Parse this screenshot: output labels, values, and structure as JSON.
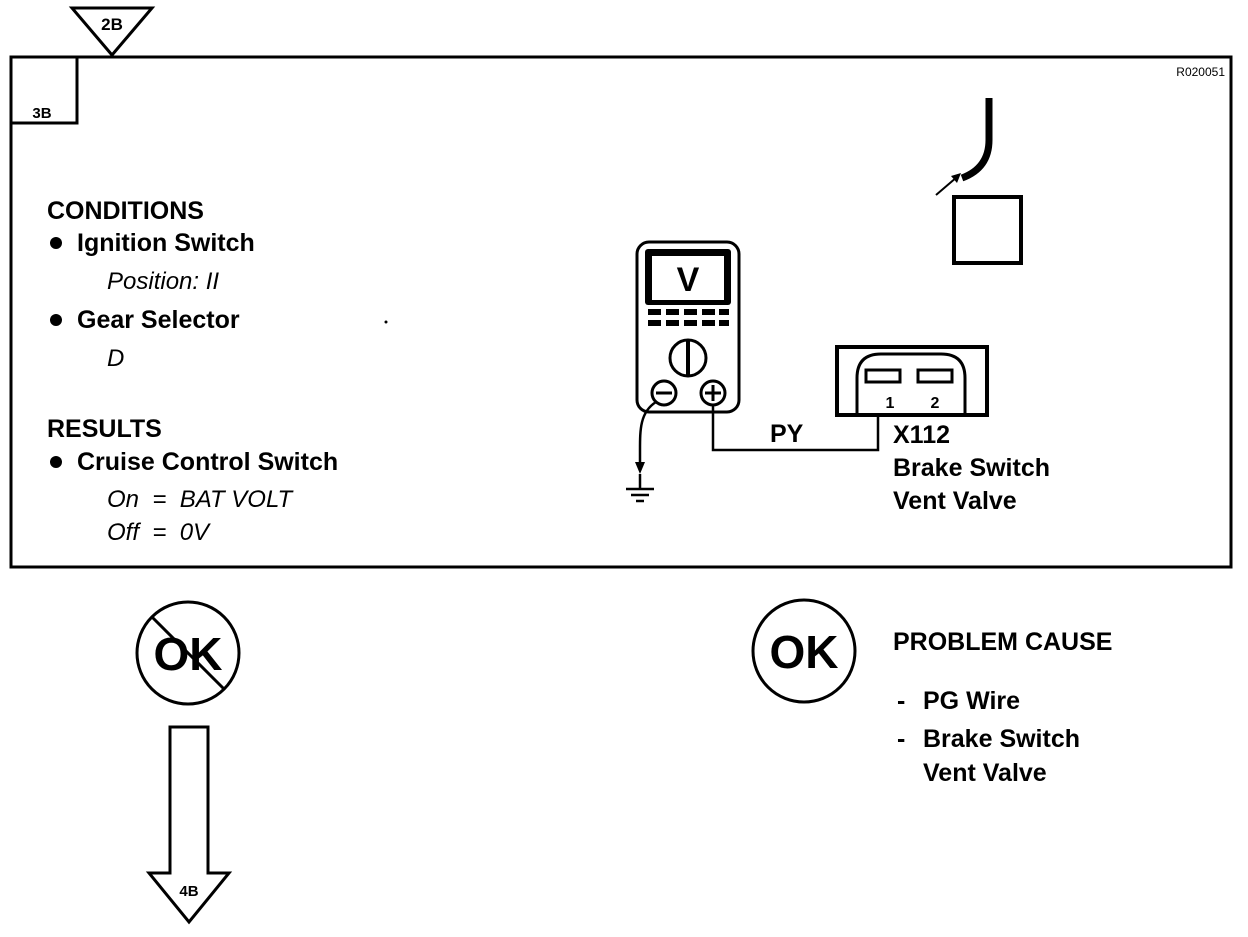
{
  "step_refs": {
    "incoming": "2B",
    "current": "3B",
    "next": "4B"
  },
  "figure_id": "R020051",
  "conditions": {
    "heading": "CONDITIONS",
    "items": [
      {
        "label": "Ignition Switch",
        "detail": "Position: II"
      },
      {
        "label": "Gear Selector",
        "detail": "D"
      }
    ]
  },
  "results": {
    "heading": "RESULTS",
    "items": [
      {
        "label": "Cruise Control Switch",
        "lines": [
          "On  =  BAT VOLT",
          "Off  =  0V"
        ]
      }
    ]
  },
  "meter": {
    "mode": "V"
  },
  "connector": {
    "id": "X112",
    "name_lines": [
      "Brake Switch",
      "Vent Valve"
    ],
    "pins": [
      "1",
      "2"
    ],
    "wire_color": "PY"
  },
  "outcomes": {
    "not_ok_label": "OK",
    "ok_label": "OK",
    "problem_cause": {
      "heading": "PROBLEM CAUSE",
      "items": [
        {
          "lines": [
            "PG Wire"
          ]
        },
        {
          "lines": [
            "Brake Switch",
            "Vent Valve"
          ]
        }
      ]
    }
  }
}
